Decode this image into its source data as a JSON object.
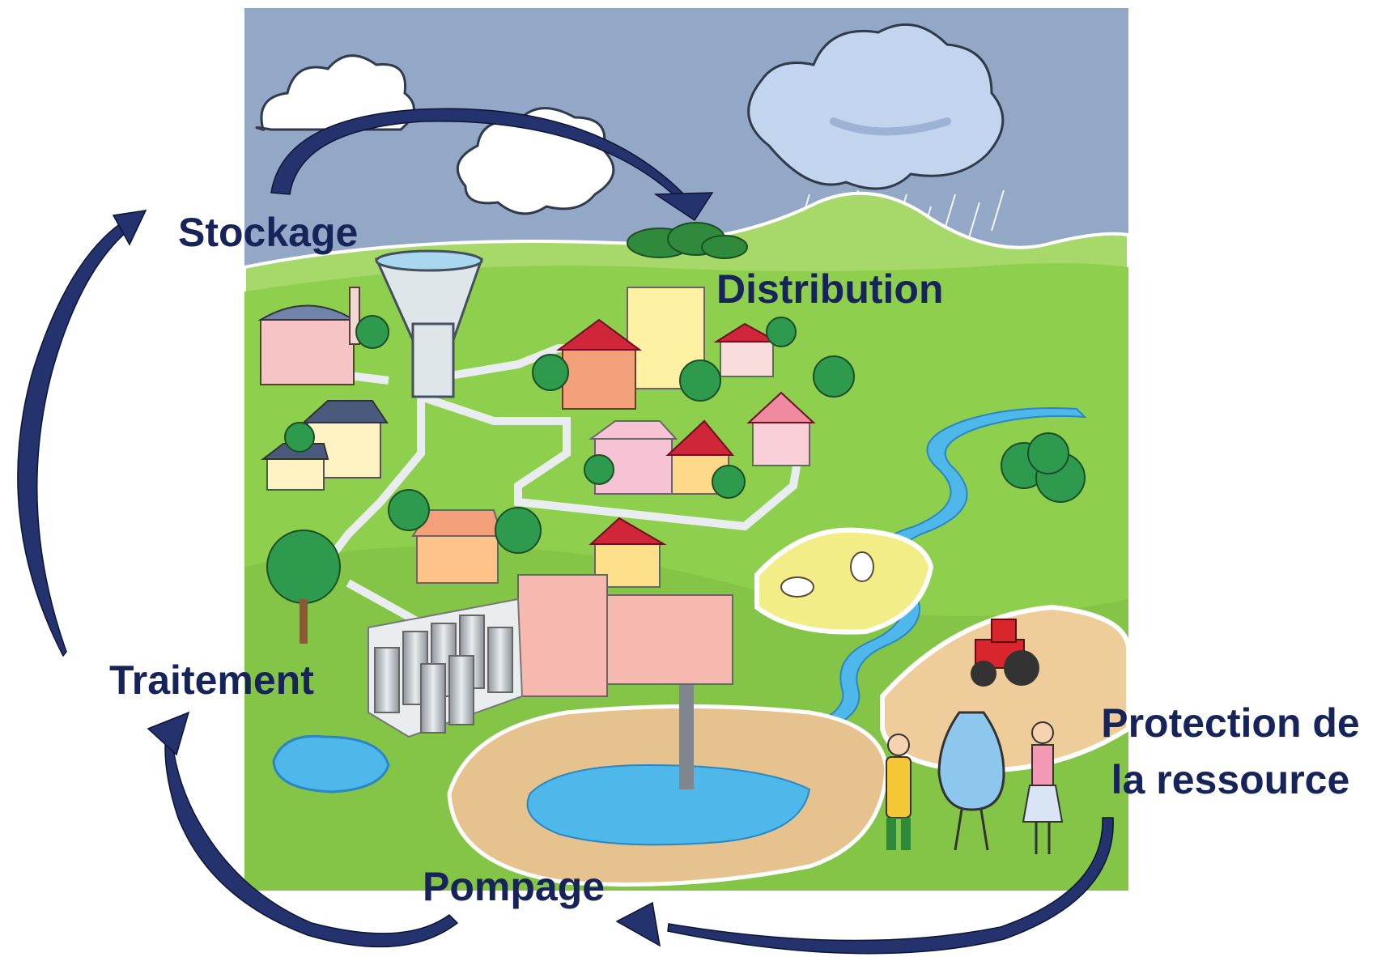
{
  "labels": {
    "stockage": "Stockage",
    "distribution": "Distribution",
    "traitement": "Traitement",
    "pompage": "Pompage",
    "protection_line1": "Protection de",
    "protection_line2": "la ressource"
  },
  "colors": {
    "label": "#17245a",
    "arrow": "#24336e",
    "sky": "#93a7c7",
    "grass": "#8fcf4e",
    "water": "#4fb8ea"
  }
}
